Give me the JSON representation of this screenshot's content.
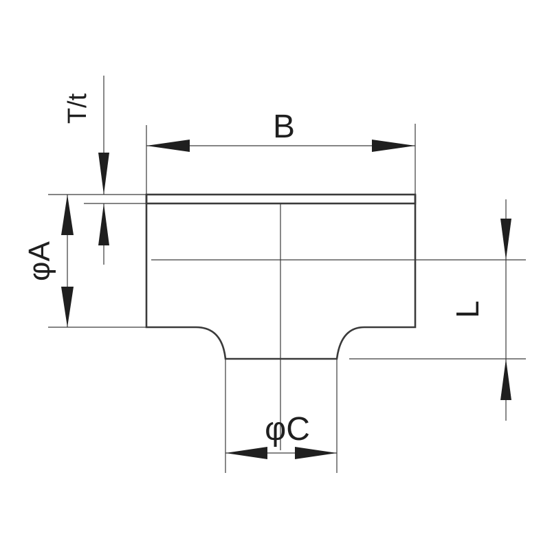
{
  "diagram": {
    "type": "tee-fitting-dimension-drawing",
    "labels": {
      "overall_length": "B",
      "run_diameter": "φA",
      "branch_diameter": "φC",
      "branch_height": "L",
      "wall_thickness": "T/t"
    },
    "colors": {
      "line": "#3a3a3a",
      "arrow": "#1f1f1f",
      "background": "#ffffff"
    }
  }
}
